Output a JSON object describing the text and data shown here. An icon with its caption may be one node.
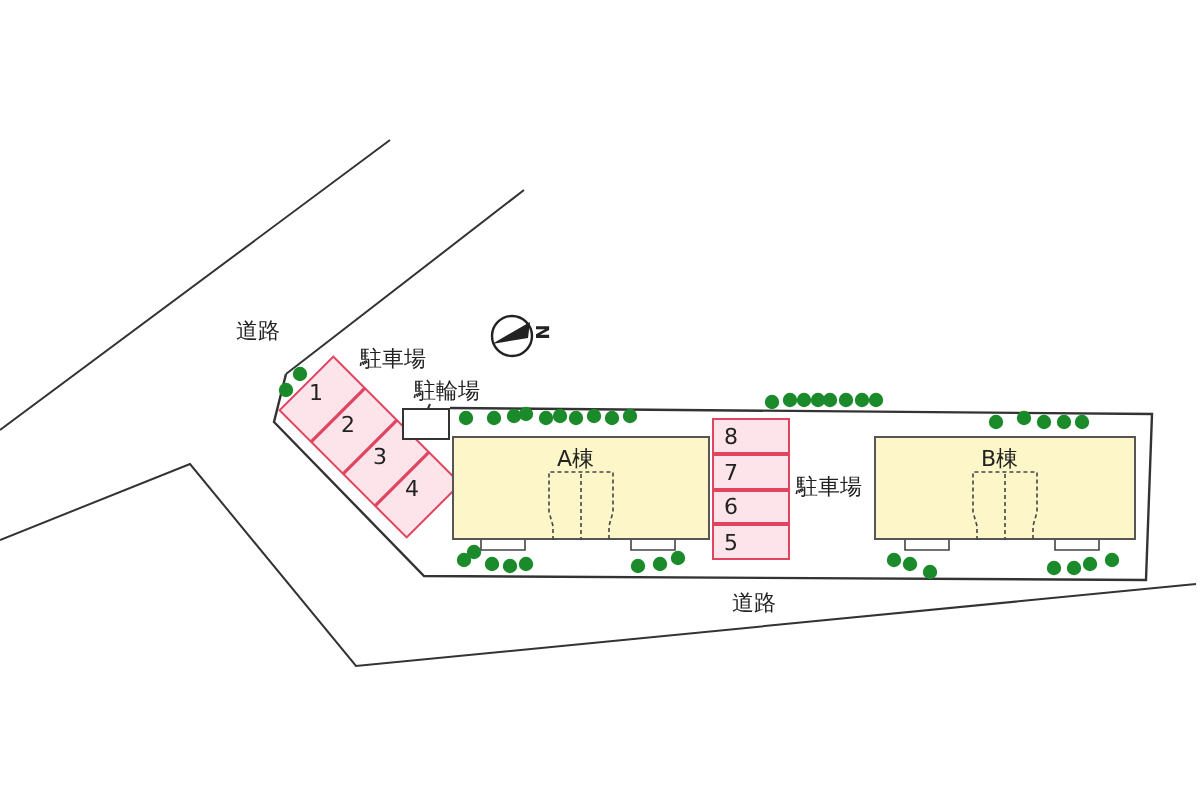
{
  "diagram": {
    "nodes": [
      {
        "text": [
          "駐輪場"
        ]
      },
      {
        "text": [],
        "shape": "box"
      },
      {
        "text": [
          "1"
        ]
      },
      {
        "text": [
          "2"
        ]
      },
      {
        "text": [
          "3"
        ]
      },
      {
        "text": [
          "4"
        ]
      },
      {
        "text": [
          "A棟"
        ]
      },
      {
        "text": [
          "8"
        ]
      },
      {
        "text": [
          "7"
        ]
      },
      {
        "text": [
          "6"
        ]
      },
      {
        "text": [
          "5"
        ]
      },
      {
        "text": [
          "B棟"
        ]
      }
    ],
    "edges": [
      {
        "from": 0,
        "to": 1,
        "arrow": "none"
      }
    ],
    "labels": [
      "道路",
      "N",
      "駐車場",
      "駐車場",
      "道路"
    ]
  }
}
